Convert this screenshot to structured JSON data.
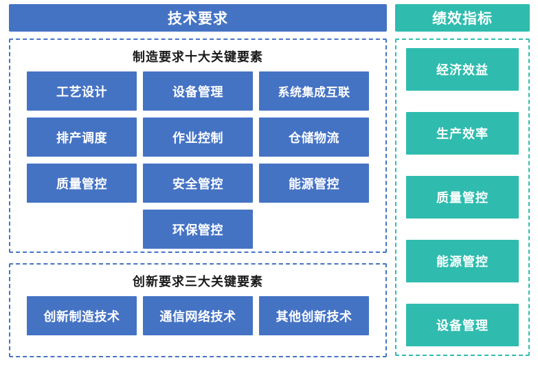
{
  "colors": {
    "blue": "#4573c4",
    "teal": "#2fbcae",
    "title_text": "#1a1a1a",
    "box_text": "#ffffff",
    "background": "#ffffff"
  },
  "left_column": {
    "header": {
      "label": "技术要求"
    },
    "manufacturing_section": {
      "title": "制造要求十大关键要素",
      "items": [
        {
          "label": "工艺设计"
        },
        {
          "label": "设备管理"
        },
        {
          "label": "系统集成互联"
        },
        {
          "label": "排产调度"
        },
        {
          "label": "作业控制"
        },
        {
          "label": "仓储物流"
        },
        {
          "label": "质量管控"
        },
        {
          "label": "安全管控"
        },
        {
          "label": "能源管控"
        },
        {
          "label": "环保管控"
        }
      ]
    },
    "innovation_section": {
      "title": "创新要求三大关键要素",
      "items": [
        {
          "label": "创新制造技术"
        },
        {
          "label": "通信网络技术"
        },
        {
          "label": "其他创新技术"
        }
      ]
    }
  },
  "right_column": {
    "header": {
      "label": "绩效指标"
    },
    "kpi_items": [
      {
        "label": "经济效益"
      },
      {
        "label": "生产效率"
      },
      {
        "label": "质量管控"
      },
      {
        "label": "能源管控"
      },
      {
        "label": "设备管理"
      }
    ]
  }
}
